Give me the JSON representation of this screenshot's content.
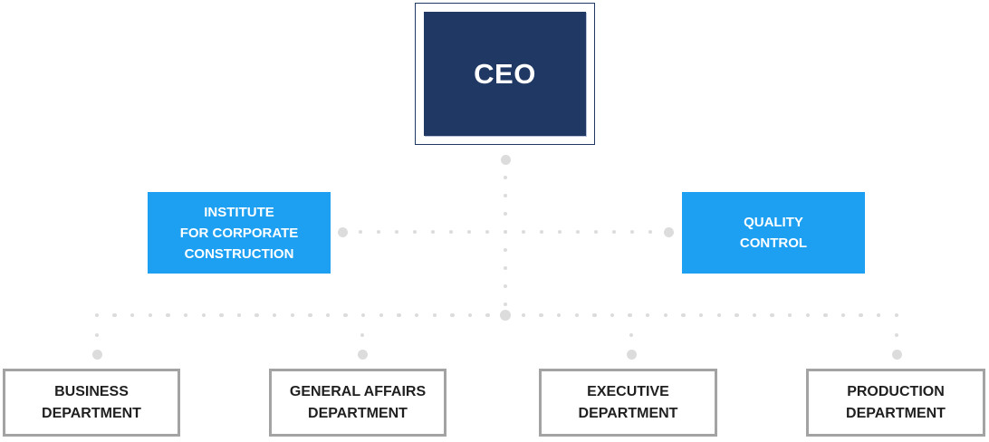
{
  "org_chart": {
    "ceo": {
      "label": "CEO"
    },
    "staff_units": [
      {
        "id": "institute-for-corporate-construction",
        "label": "INSTITUTE\nFOR CORPORATE\nCONSTRUCTION"
      },
      {
        "id": "quality-control",
        "label": "QUALITY\nCONTROL"
      }
    ],
    "departments": [
      {
        "id": "business-department",
        "label": "BUSINESS\nDEPARTMENT"
      },
      {
        "id": "general-affairs-department",
        "label": "GENERAL AFFAIRS\nDEPARTMENT"
      },
      {
        "id": "executive-department",
        "label": "EXECUTIVE\nDEPARTMENT"
      },
      {
        "id": "production-department",
        "label": "PRODUCTION\nDEPARTMENT"
      }
    ],
    "colors": {
      "ceo_navy": "#203864",
      "accent_blue": "#1da0f2",
      "department_border_gray": "#a3a3a3",
      "connector_dot_gray": "#dcdcdc",
      "department_text": "#1f1f1f"
    }
  }
}
